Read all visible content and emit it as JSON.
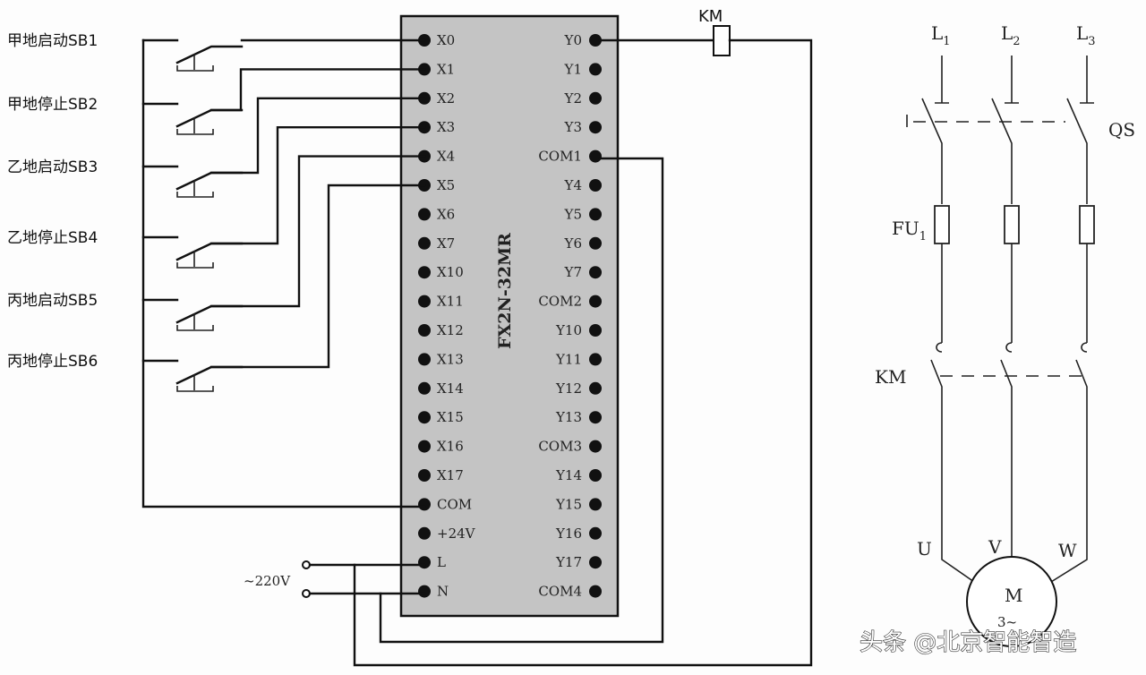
{
  "diagram": {
    "plc_model": "FX2N-32MR",
    "switches": [
      {
        "label": "甲地启动SB1",
        "input": "X0"
      },
      {
        "label": "甲地停止SB2",
        "input": "X1"
      },
      {
        "label": "乙地启动SB3",
        "input": "X2"
      },
      {
        "label": "乙地停止SB4",
        "input": "X3"
      },
      {
        "label": "丙地启动SB5",
        "input": "X4"
      },
      {
        "label": "丙地停止SB6",
        "input": "X5"
      }
    ],
    "left_pins": [
      "X0",
      "X1",
      "X2",
      "X3",
      "X4",
      "X5",
      "X6",
      "X7",
      "X10",
      "X11",
      "X12",
      "X13",
      "X14",
      "X15",
      "X16",
      "X17",
      "COM",
      "+24V",
      "L",
      "N"
    ],
    "right_pins": [
      "Y0",
      "Y1",
      "Y2",
      "Y3",
      "COM1",
      "Y4",
      "Y5",
      "Y6",
      "Y7",
      "COM2",
      "Y10",
      "Y11",
      "Y12",
      "Y13",
      "COM3",
      "Y14",
      "Y15",
      "Y16",
      "Y17",
      "COM4"
    ],
    "coil_label": "KM",
    "supply_label": "~220V",
    "power": {
      "phases": [
        "L",
        "L",
        "L"
      ],
      "phase_subs": [
        "1",
        "2",
        "3"
      ],
      "switch_label": "QS",
      "fuse_label": "FU",
      "fuse_sub": "1",
      "contactor_label": "KM",
      "motor_terminals": [
        "U",
        "V",
        "W"
      ],
      "motor_label": "M",
      "motor_sub": "3~"
    },
    "watermark": "头条 @北京智能智造"
  }
}
